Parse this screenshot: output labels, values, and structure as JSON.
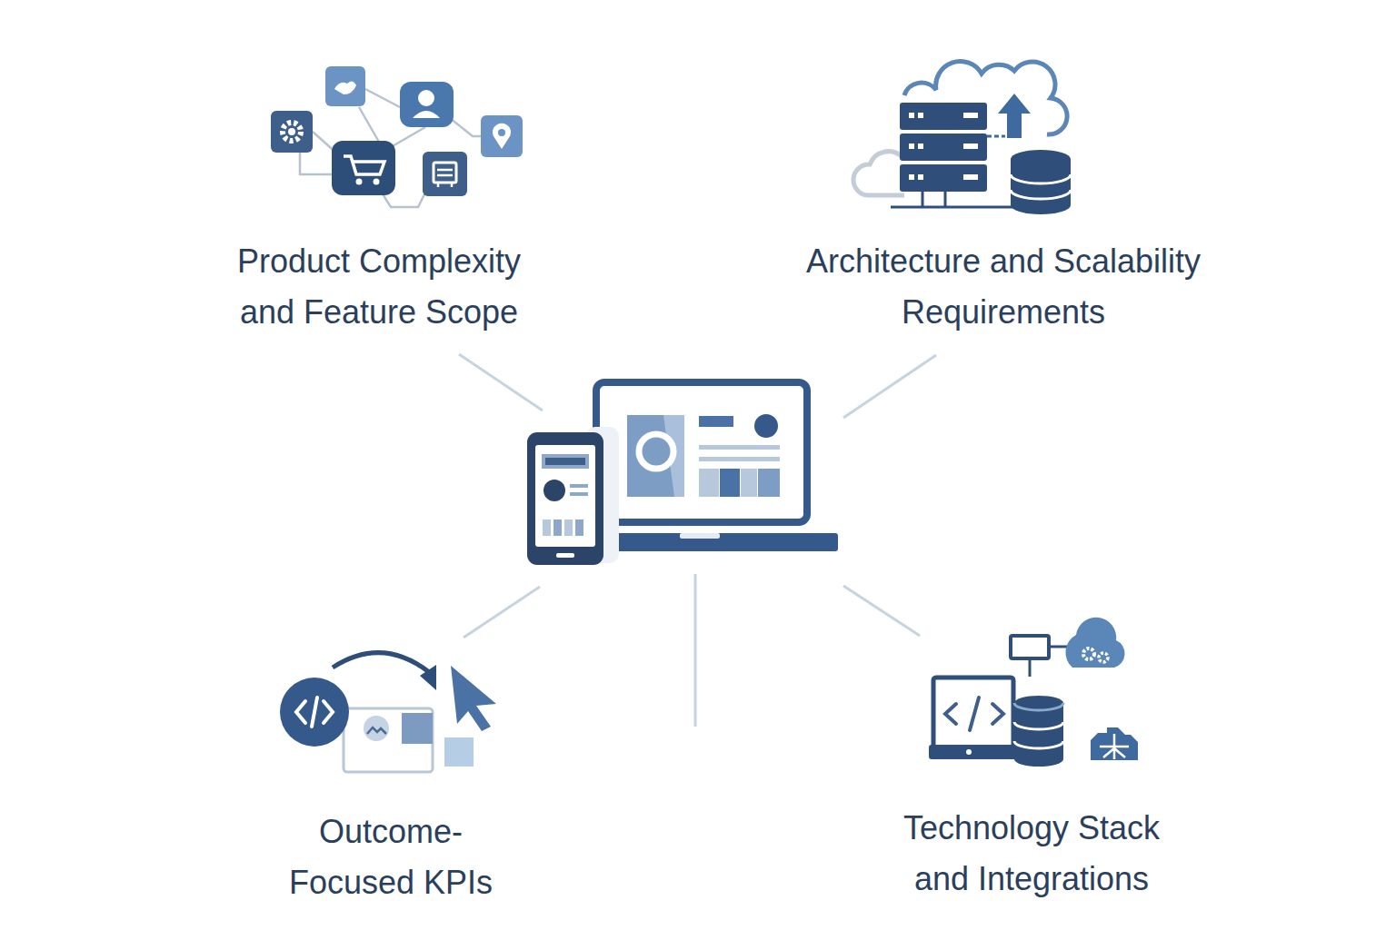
{
  "diagram": {
    "labels": [
      "Product Complexity and Feature Scope",
      "Architecture and Scalability Requirements",
      "Outcome- Focused KPIs",
      "Technology Stack and Integrations"
    ]
  }
}
